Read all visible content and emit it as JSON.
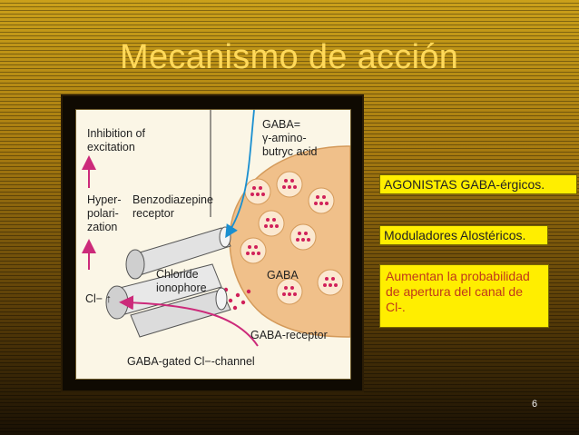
{
  "slide": {
    "title": "Mecanismo de acción",
    "page_number": "6"
  },
  "figure": {
    "inhibition_line1": "Inhibition of",
    "inhibition_line2": "excitation",
    "hyper_line1": "Hyper-",
    "hyper_line2": "polari-",
    "hyper_line3": "zation",
    "benzo_line1": "Benzodiazepine",
    "benzo_line2": "receptor",
    "gaba_def_line1": "GABA=",
    "gaba_def_line2": "γ-amino-",
    "gaba_def_line3": "butryc acid",
    "chloride_line1": "Chloride",
    "chloride_line2": "ionophore",
    "gaba_label": "GABA",
    "cl_label": "Cl− ↑",
    "gaba_receptor": "GABA-receptor",
    "channel_label": "GABA-gated Cl−-channel"
  },
  "boxes": {
    "agonistas": "AGONISTAS GABA-érgicos.",
    "moduladores": "Moduladores Alostéricos.",
    "aumentan": "Aumentan la probabilidad de apertura del canal de Cl-."
  },
  "colors": {
    "title": "#ffd95a",
    "box_fill": "#ffee00",
    "box3_text": "#c0391a",
    "arrow_magenta": "#cc2a7a",
    "arrow_blue": "#1a8fd0",
    "vesicle": "#f0c08a",
    "dots": "#d0205a"
  }
}
